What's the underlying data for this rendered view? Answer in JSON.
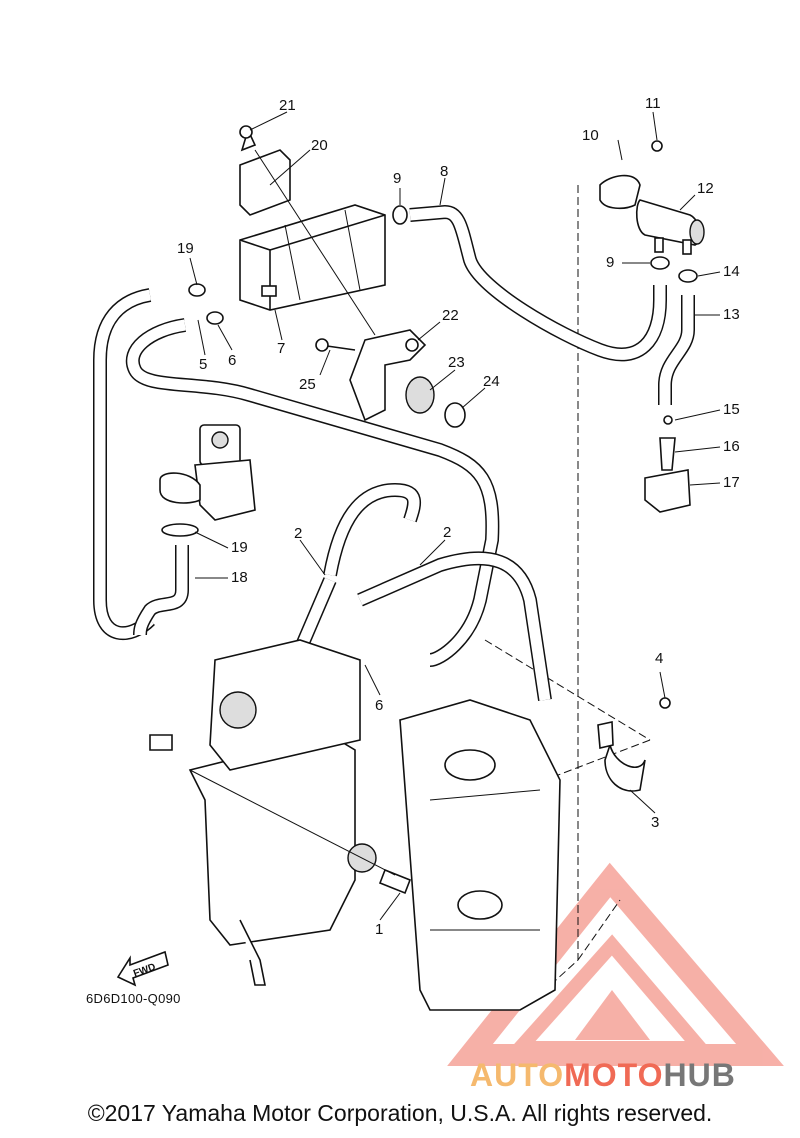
{
  "diagram": {
    "part_labels": [
      "1",
      "2",
      "2",
      "3",
      "4",
      "5",
      "6",
      "6",
      "7",
      "8",
      "9",
      "9",
      "10",
      "11",
      "12",
      "13",
      "14",
      "15",
      "16",
      "17",
      "18",
      "19",
      "19",
      "20",
      "21",
      "22",
      "23",
      "24",
      "25"
    ],
    "fwd_label": "FWD",
    "drawing_code": "6D6D100-Q090",
    "copyright": "©2017 Yamaha Motor Corporation, U.S.A. All rights reserved.",
    "watermark": {
      "word_1": "AUTO",
      "word_2": "MOTO",
      "word_3": "HUB",
      "colors": {
        "auto": "#f5b96e",
        "moto": "#f06a55",
        "hub": "#777777",
        "triangle": "#f07060"
      }
    }
  }
}
